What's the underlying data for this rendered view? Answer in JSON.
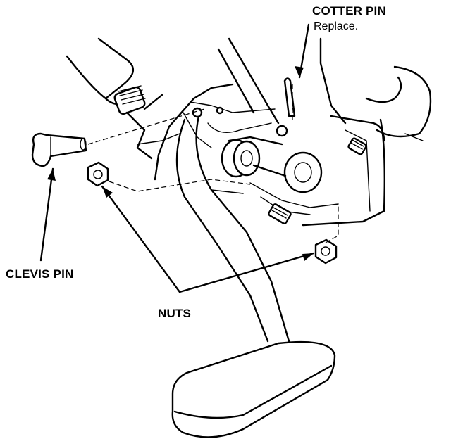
{
  "labels": {
    "cotter_pin": "COTTER PIN",
    "cotter_pin_note": "Replace.",
    "clevis_pin": "CLEVIS PIN",
    "nuts": "NUTS"
  }
}
